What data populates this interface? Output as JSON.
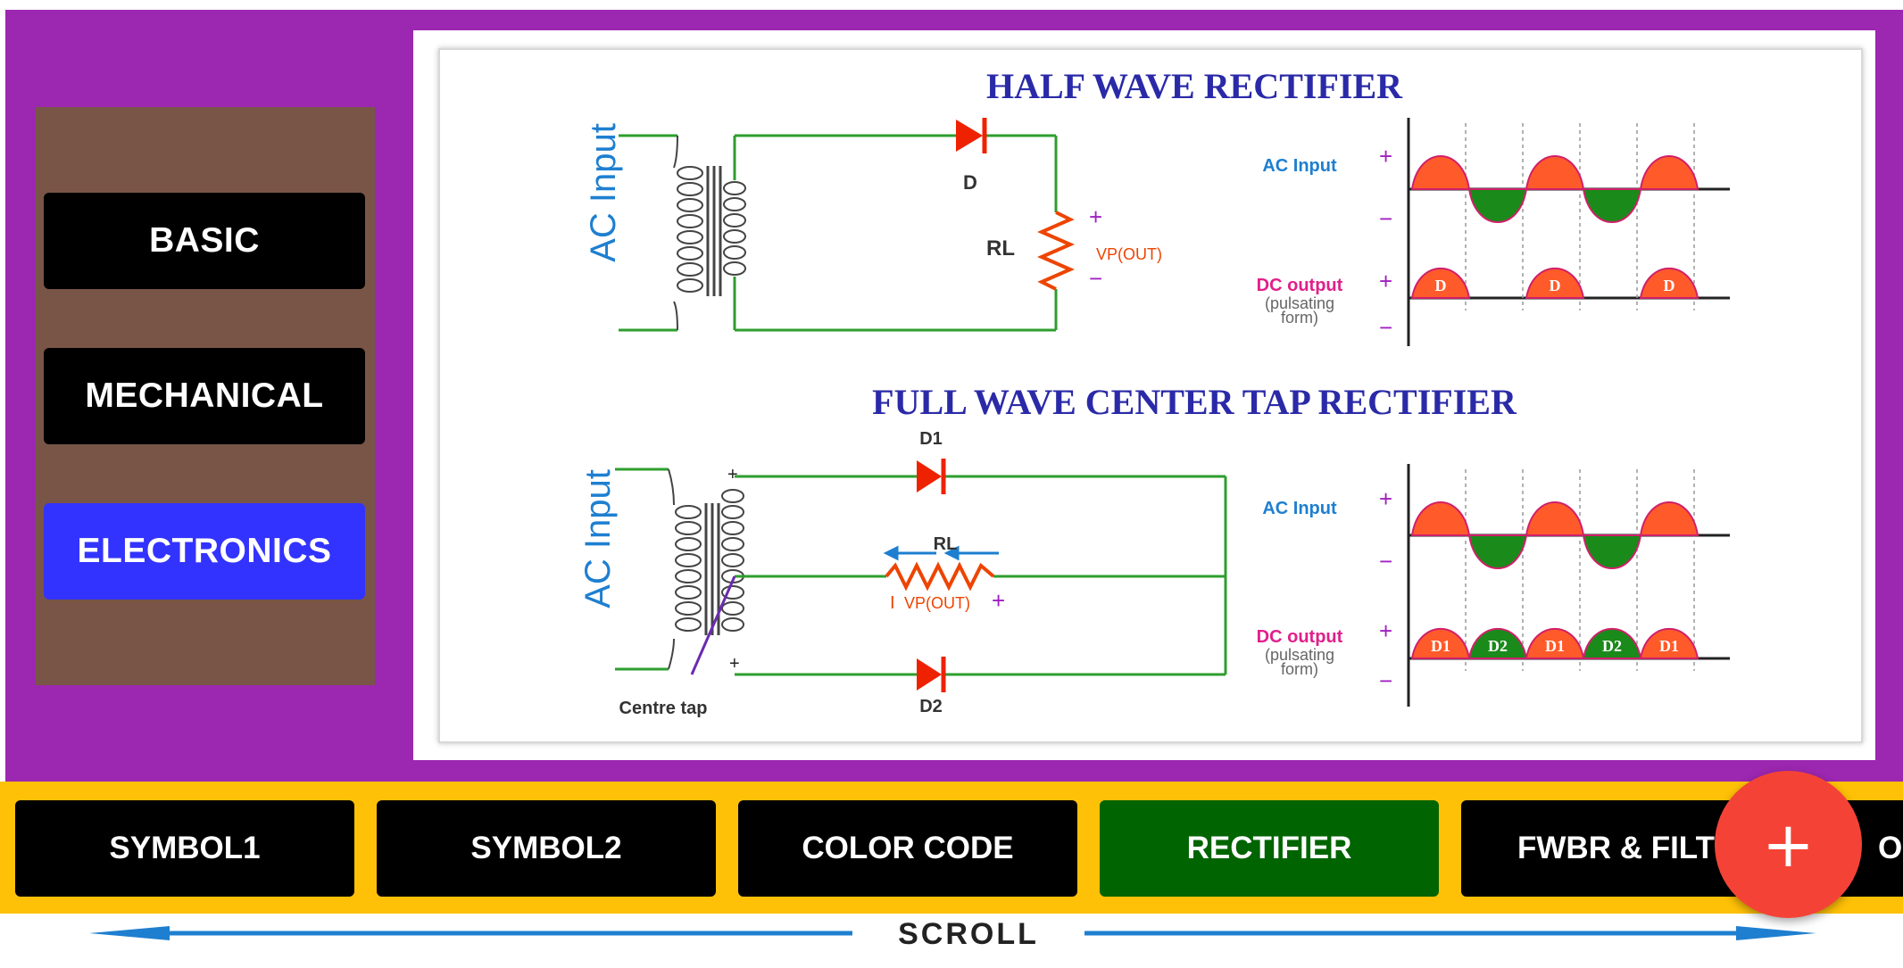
{
  "categories": [
    {
      "label": "BASIC"
    },
    {
      "label": "MECHANICAL"
    },
    {
      "label": "ELECTRONICS",
      "selected": true
    }
  ],
  "diagram": {
    "half_wave": {
      "title": "HALF WAVE RECTIFIER",
      "ac_input": "AC Input",
      "diode": "D",
      "resistor": "RL",
      "vout": "VP(OUT)",
      "plus": "+",
      "minus": "−",
      "graph_ac": "AC Input",
      "graph_dc": "DC output",
      "graph_dc_sub1": "(pulsating",
      "graph_dc_sub2": "form)",
      "pulse_labels": [
        "D",
        "D",
        "D"
      ]
    },
    "full_wave": {
      "title": "FULL WAVE CENTER TAP RECTIFIER",
      "ac_input": "AC Input",
      "d1": "D1",
      "d2": "D2",
      "resistor": "RL",
      "vout": "VP(OUT)",
      "centre_tap": "Centre tap",
      "graph_ac": "AC Input",
      "graph_dc": "DC output",
      "graph_dc_sub1": "(pulsating",
      "graph_dc_sub2": "form)",
      "pulse_labels": [
        "D1",
        "D2",
        "D1",
        "D2",
        "D1"
      ]
    },
    "colors": {
      "wire": "#2e9e2e",
      "title": "#2a2aa8",
      "ac": "#1e7fd0",
      "pos_lobe": "#ff5a2a",
      "neg_lobe": "#1a8a1a",
      "dc_label": "#e0208a",
      "plus": "#a020c0"
    }
  },
  "tabs": [
    {
      "label": "SYMBOL1"
    },
    {
      "label": "SYMBOL2"
    },
    {
      "label": "COLOR CODE"
    },
    {
      "label": "RECTIFIER",
      "selected": true
    },
    {
      "label": "FWBR & FILTER"
    },
    {
      "label": "OSC"
    }
  ],
  "scroll_label": "SCROLL",
  "fab": {
    "icon": "plus-icon",
    "label": "+"
  }
}
